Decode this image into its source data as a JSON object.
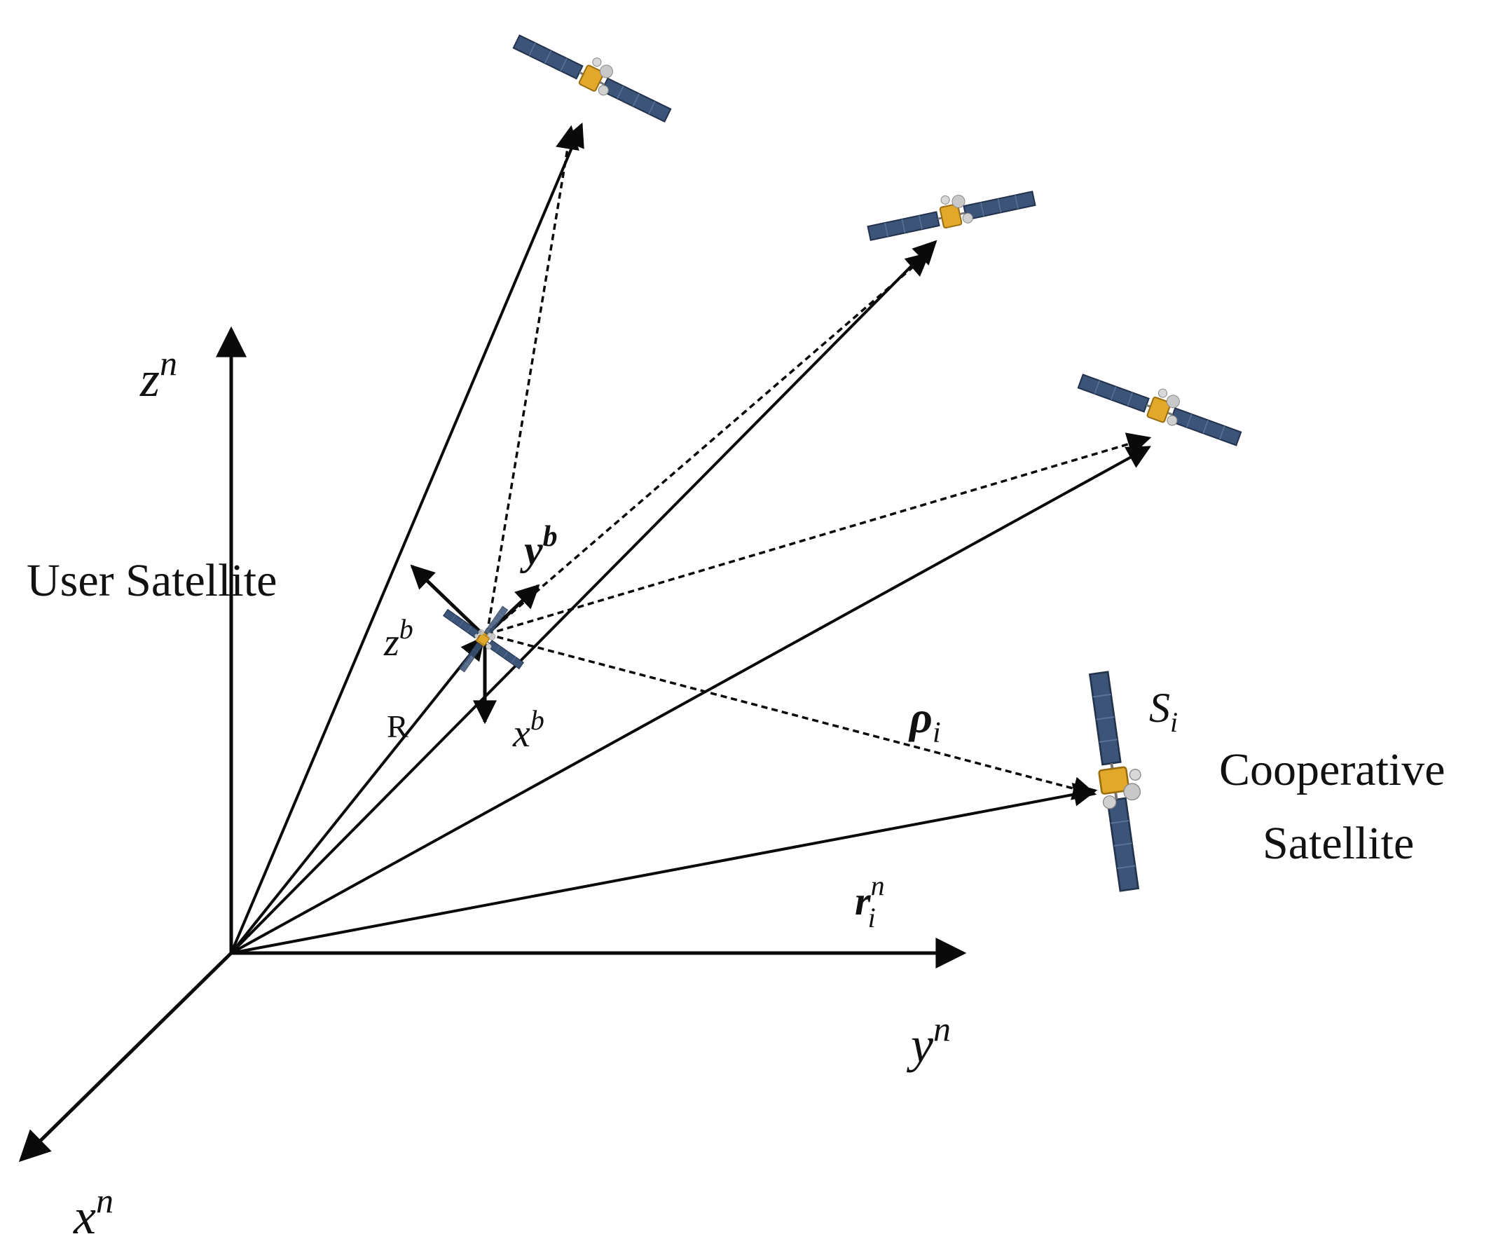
{
  "labels": {
    "user_satellite": "User Satellite",
    "cooperative_satellite_line1": "Cooperative",
    "cooperative_satellite_line2": "Satellite",
    "axis_zn": {
      "base": "z",
      "sup": "n"
    },
    "axis_yn": {
      "base": "y",
      "sup": "n"
    },
    "axis_xn": {
      "base": "x",
      "sup": "n"
    },
    "axis_zb": {
      "base": "z",
      "sup": "b"
    },
    "axis_yb": {
      "base": "y",
      "sup": "b"
    },
    "axis_xb": {
      "base": "x",
      "sup": "b"
    },
    "rho_i": {
      "base": "ρ",
      "sub": "i"
    },
    "r_i_n": {
      "base": "r",
      "sub": "i",
      "sup": "n"
    },
    "s_i": {
      "base": "S",
      "sub": "i"
    },
    "r_small": "R"
  },
  "colors": {
    "line": "#0a0a0a",
    "panel": "#3c5478",
    "panel_edge": "#22324d",
    "body_gold": "#e2a82a",
    "antenna": "#c8c8c8"
  }
}
